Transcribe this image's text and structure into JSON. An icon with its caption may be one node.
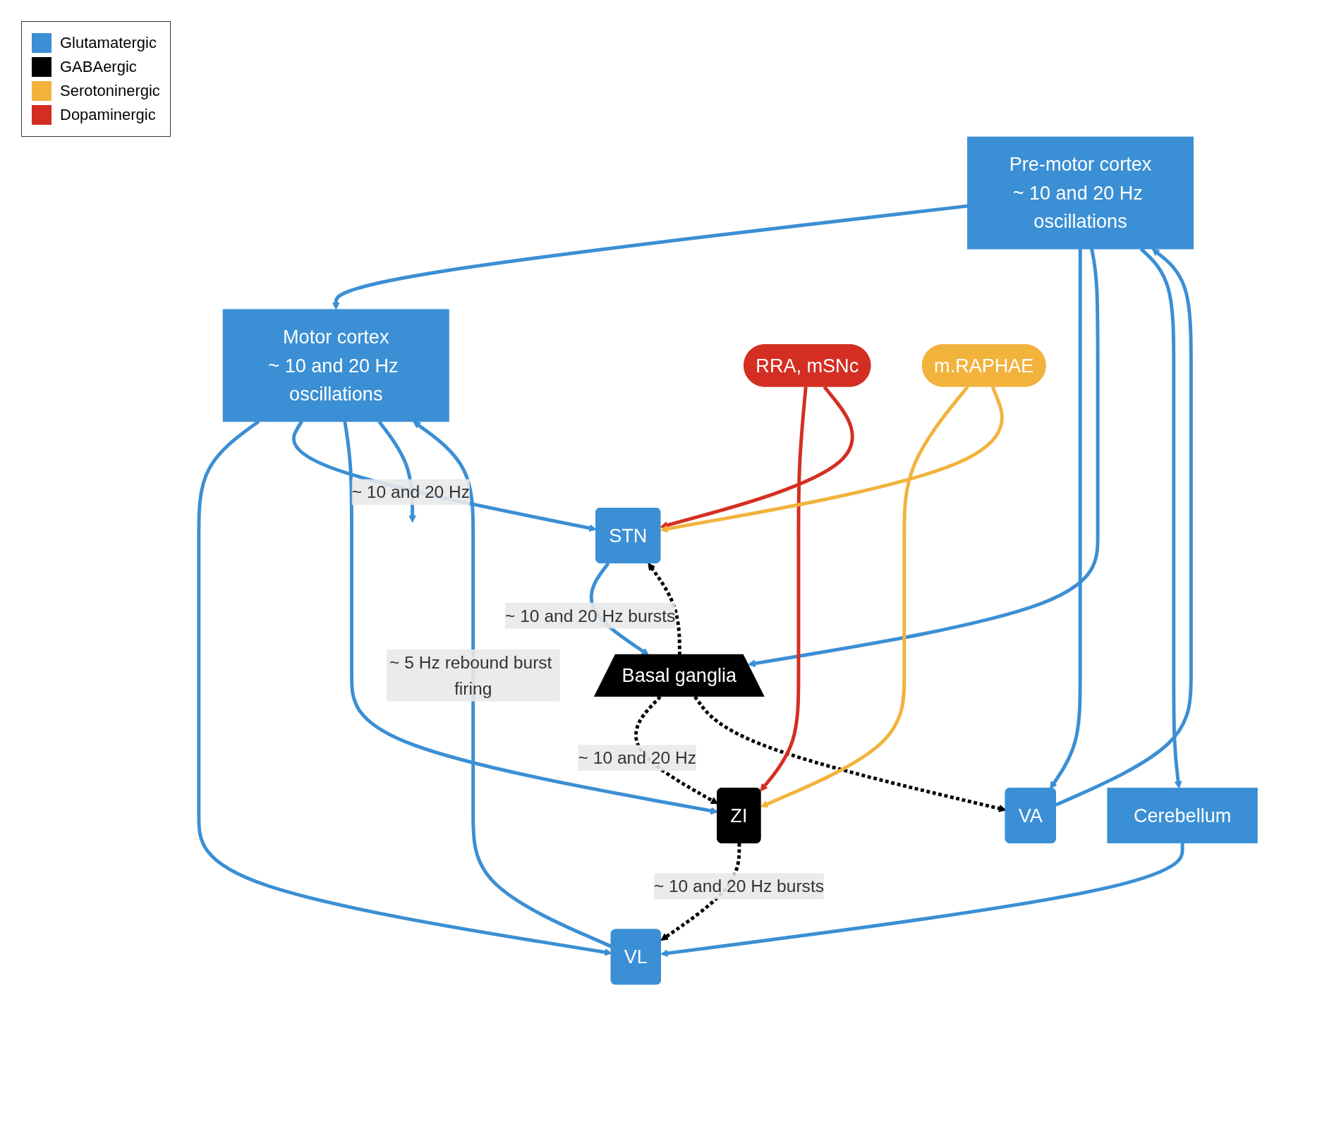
{
  "diagram": {
    "nodes": [
      {
        "text": [
          "Pre-motor cortex",
          "~ 10 and 20 Hz oscillations"
        ]
      },
      {
        "text": [
          "Motor cortex",
          "~ 10 and 20 Hz oscillations"
        ]
      },
      {
        "text": [
          "VA"
        ]
      },
      {
        "text": [
          "VL"
        ]
      },
      {
        "text": [
          "Basal ganglia"
        ]
      },
      {
        "text": [
          "ZI"
        ]
      },
      {
        "text": [
          "STN"
        ]
      },
      {
        "text": [
          "Cerebellum"
        ]
      },
      {
        "text": [
          "RRA, mSNc"
        ]
      },
      {
        "text": [
          "m.RAPHAE"
        ]
      }
    ],
    "edges": [
      {
        "from": 0,
        "to": 1,
        "arrow": "to"
      },
      {
        "from": 2,
        "to": 0,
        "arrow": "to"
      },
      {
        "from": 3,
        "to": 1,
        "arrow": "to",
        "label": "~ 5 Hz rebound burst firing"
      },
      {
        "from": 0,
        "to": 2,
        "arrow": "to"
      },
      {
        "from": 0,
        "to": 4,
        "arrow": "to"
      },
      {
        "from": 0,
        "to": 7,
        "arrow": "to"
      },
      {
        "from": 1,
        "to": 3,
        "arrow": "to"
      },
      {
        "from": 7,
        "to": 3,
        "arrow": "to"
      },
      {
        "from": 1,
        "to": 6,
        "arrow": "to",
        "label": "~ 10 and 20 Hz"
      },
      {
        "from": 1,
        "to": 5,
        "arrow": "to"
      },
      {
        "from": 1,
        "to": null,
        "arrow": "to"
      },
      {
        "from": 4,
        "to": 5,
        "arrow": "to",
        "label": "~ 10 and 20 Hz",
        "style": "dashed",
        "color": "#000000"
      },
      {
        "from": 4,
        "to": 2,
        "arrow": "to",
        "style": "dashed",
        "color": "#000000"
      },
      {
        "from": 4,
        "to": 6,
        "arrow": "to",
        "style": "dashed",
        "color": "#000000"
      },
      {
        "from": 5,
        "to": 3,
        "arrow": "to",
        "label": "~ 10 and 20 Hz bursts",
        "style": "dashed",
        "color": "#000000"
      },
      {
        "from": 6,
        "to": 4,
        "arrow": "to",
        "label": "~ 10 and 20 Hz bursts"
      },
      {
        "from": 8,
        "to": 5,
        "arrow": "to",
        "color": "#d42e22"
      },
      {
        "from": 8,
        "to": 6,
        "arrow": "to",
        "color": "#d42e22"
      },
      {
        "from": 9,
        "to": 5,
        "arrow": "to",
        "color": "#f2b33d"
      },
      {
        "from": 9,
        "to": 6,
        "arrow": "to",
        "color": "#f2b33d"
      }
    ],
    "legend": [
      {
        "text": "Glutamatergic",
        "color": "#3b8fd4"
      },
      {
        "text": "GABAergic",
        "color": "#000000"
      },
      {
        "text": "Serotoninergic",
        "color": "#f2b33d"
      },
      {
        "text": "Dopaminergic",
        "color": "#d42e22"
      }
    ]
  }
}
